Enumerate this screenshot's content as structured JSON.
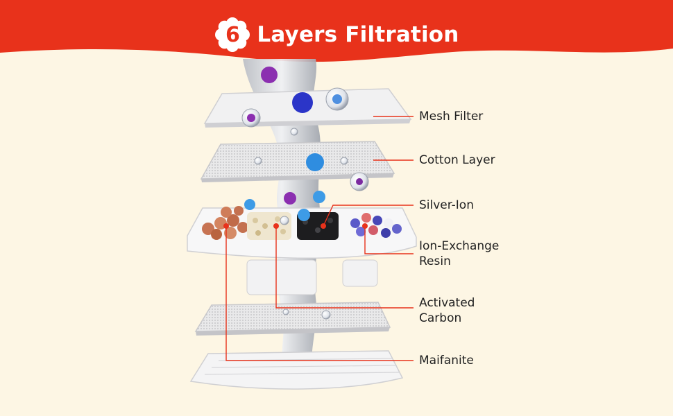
{
  "header": {
    "badge_number": "6",
    "title": "Layers Filtration",
    "band_color": "#e8321b"
  },
  "layers": [
    {
      "label_lines": [
        "Mesh Filter"
      ]
    },
    {
      "label_lines": [
        "Cotton Layer"
      ]
    },
    {
      "label_lines": [
        "Silver-Ion"
      ]
    },
    {
      "label_lines": [
        "Ion-Exchange",
        "Resin"
      ]
    },
    {
      "label_lines": [
        "Activated",
        "Carbon"
      ]
    },
    {
      "label_lines": [
        "Maifanite"
      ]
    }
  ],
  "colors": {
    "background": "#fdf6e4",
    "callout_line": "#e8321b",
    "label_text": "#222222"
  }
}
